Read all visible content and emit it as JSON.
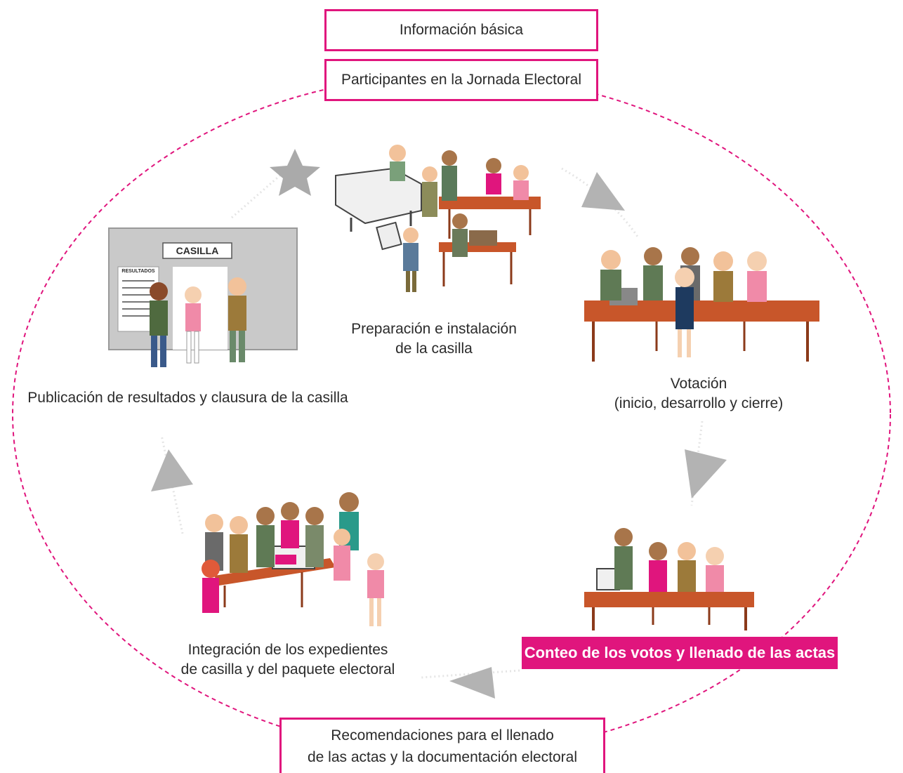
{
  "header_boxes": {
    "info": "Información básica",
    "participants": "Participantes en la Jornada Electoral"
  },
  "stages": [
    {
      "id": "preparacion",
      "line1": "Preparación e instalación",
      "line2": "de la casilla"
    },
    {
      "id": "votacion",
      "line1": "Votación",
      "line2": "(inicio, desarrollo y cierre)"
    },
    {
      "id": "conteo",
      "label": "Conteo de los votos y llenado de las actas"
    },
    {
      "id": "integracion",
      "line1": "Integración de los expedientes",
      "line2": "de casilla y del paquete electoral"
    },
    {
      "id": "publicacion",
      "label": "Publicación de resultados y clausura de la casilla"
    }
  ],
  "casilla_sign": "CASILLA",
  "resultados_sheet": "RESULTADOS",
  "footer_box": {
    "line1": "Recomendaciones para el llenado",
    "line2": "de las actas y la documentación electoral"
  },
  "colors": {
    "accent": "#e0157d",
    "arrow": "#b3b3b3",
    "table": "#c8562a",
    "wall": "#c9c9c9"
  },
  "icons": [
    "star-icon",
    "arrow-icon"
  ]
}
